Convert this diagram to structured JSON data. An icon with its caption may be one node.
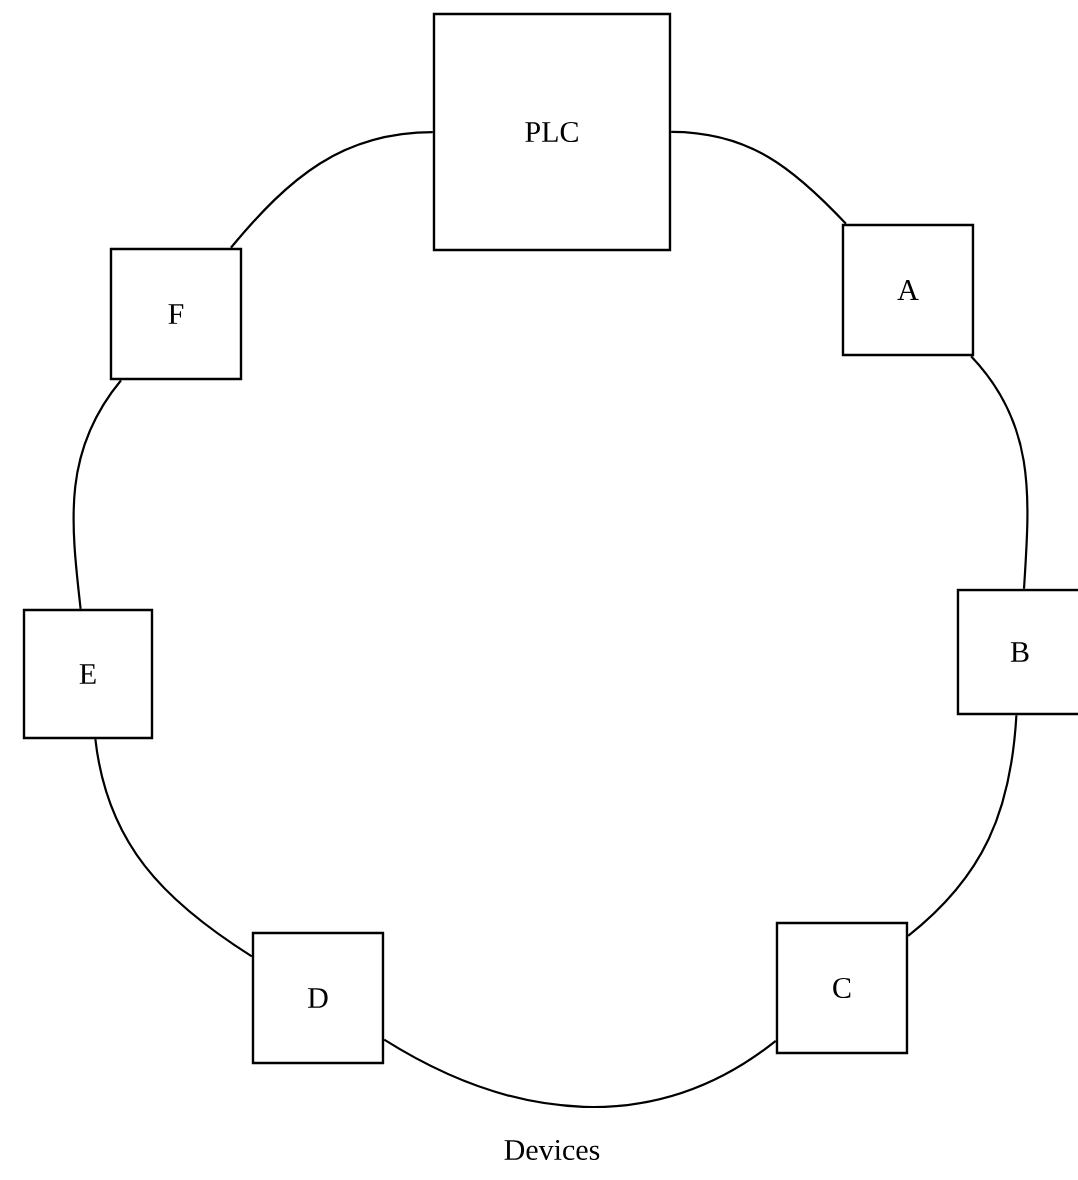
{
  "diagram": {
    "caption": "Devices",
    "nodes": [
      {
        "text": [
          "PLC"
        ]
      },
      {
        "text": [
          "A"
        ]
      },
      {
        "text": [
          "B"
        ]
      },
      {
        "text": [
          "C"
        ]
      },
      {
        "text": [
          "D"
        ]
      },
      {
        "text": [
          "E"
        ]
      },
      {
        "text": [
          "F"
        ]
      }
    ],
    "edges": [
      {
        "from": 0,
        "to": 1,
        "arrow": "none"
      },
      {
        "from": 1,
        "to": 2,
        "arrow": "none"
      },
      {
        "from": 2,
        "to": 3,
        "arrow": "none"
      },
      {
        "from": 3,
        "to": 4,
        "arrow": "none"
      },
      {
        "from": 4,
        "to": 5,
        "arrow": "none"
      },
      {
        "from": 5,
        "to": 6,
        "arrow": "none"
      },
      {
        "from": 6,
        "to": 0,
        "arrow": "none"
      }
    ]
  }
}
